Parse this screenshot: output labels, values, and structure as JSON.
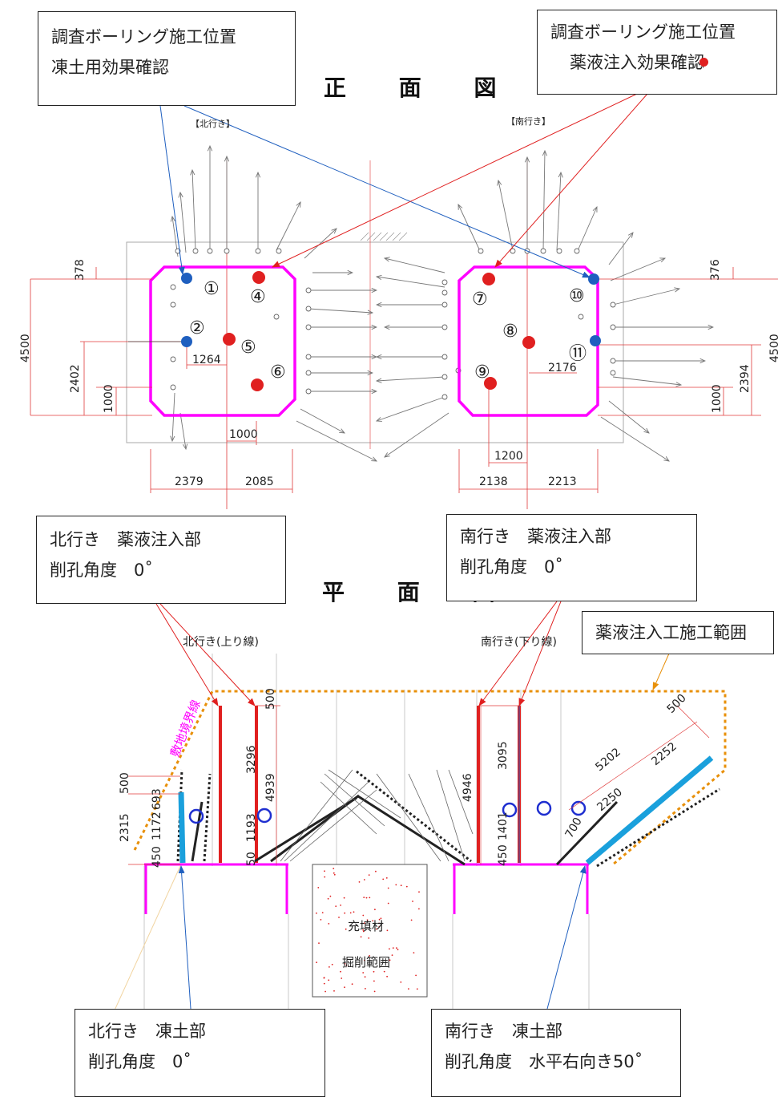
{
  "titles": {
    "front": "正 面 図",
    "plan": "平 面 図"
  },
  "callouts": {
    "survey_left": {
      "line1": "調査ボーリング施工位置",
      "line2": "凍土用効果確認"
    },
    "survey_right": {
      "line1": "調査ボーリング施工位置",
      "line2": "薬液注入効果確認"
    },
    "north_grout": {
      "line1": "北行き　薬液注入部",
      "line2": "削孔角度　0˚"
    },
    "south_grout": {
      "line1": "南行き　薬液注入部",
      "line2": "削孔角度　0˚"
    },
    "grout_range": {
      "line1": "薬液注入工施工範囲"
    },
    "north_freeze": {
      "line1": "北行き　凍土部",
      "line2": "削孔角度　0˚"
    },
    "south_freeze": {
      "line1": "南行き　凍土部",
      "line2": "削孔角度　水平右向き50˚"
    }
  },
  "front_view": {
    "north_tag": "【北行き】",
    "south_tag": "【南行き】",
    "markers": [
      "①",
      "②",
      "④",
      "⑤",
      "⑥",
      "⑦",
      "⑧",
      "⑨",
      "⑩",
      "⑪"
    ],
    "dims": {
      "d378": "378",
      "d376": "376",
      "d4500_left": "4500",
      "d4500_right": "4500",
      "d2402": "2402",
      "d2394": "2394",
      "d1000_left": "1000",
      "d1000_right": "1000",
      "d1264": "1264",
      "d2176": "2176",
      "d1000_bottom": "1000",
      "d1200": "1200",
      "d2379": "2379",
      "d2085": "2085",
      "d2138": "2138",
      "d2213": "2213"
    }
  },
  "plan_view": {
    "north_line": "北行き(上り線)",
    "south_line": "南行き(下り線)",
    "boundary": "敷地境界線",
    "fill": "充填材",
    "excavation": "掘削範囲",
    "dims": {
      "d500_top": "500",
      "d3296": "3296",
      "d4939": "4939",
      "d500_left": "500",
      "d2315": "2315",
      "d1172": "1172",
      "d693": "693",
      "d450_left": "450",
      "d1193": "1193",
      "d501": "50",
      "d4946": "4946",
      "d3095": "3095",
      "d1401": "1401",
      "d450_mid": "450",
      "d500_diag": "500",
      "d5202": "5202",
      "d2252": "2252",
      "d2250": "2250",
      "d700": "700"
    }
  },
  "colors": {
    "magenta": "#ff00ff",
    "red": "#e02020",
    "blue": "#1f5fbf",
    "cyan": "#1aa0dc",
    "orange": "#e8900a",
    "dim_red": "#e03a3a"
  }
}
